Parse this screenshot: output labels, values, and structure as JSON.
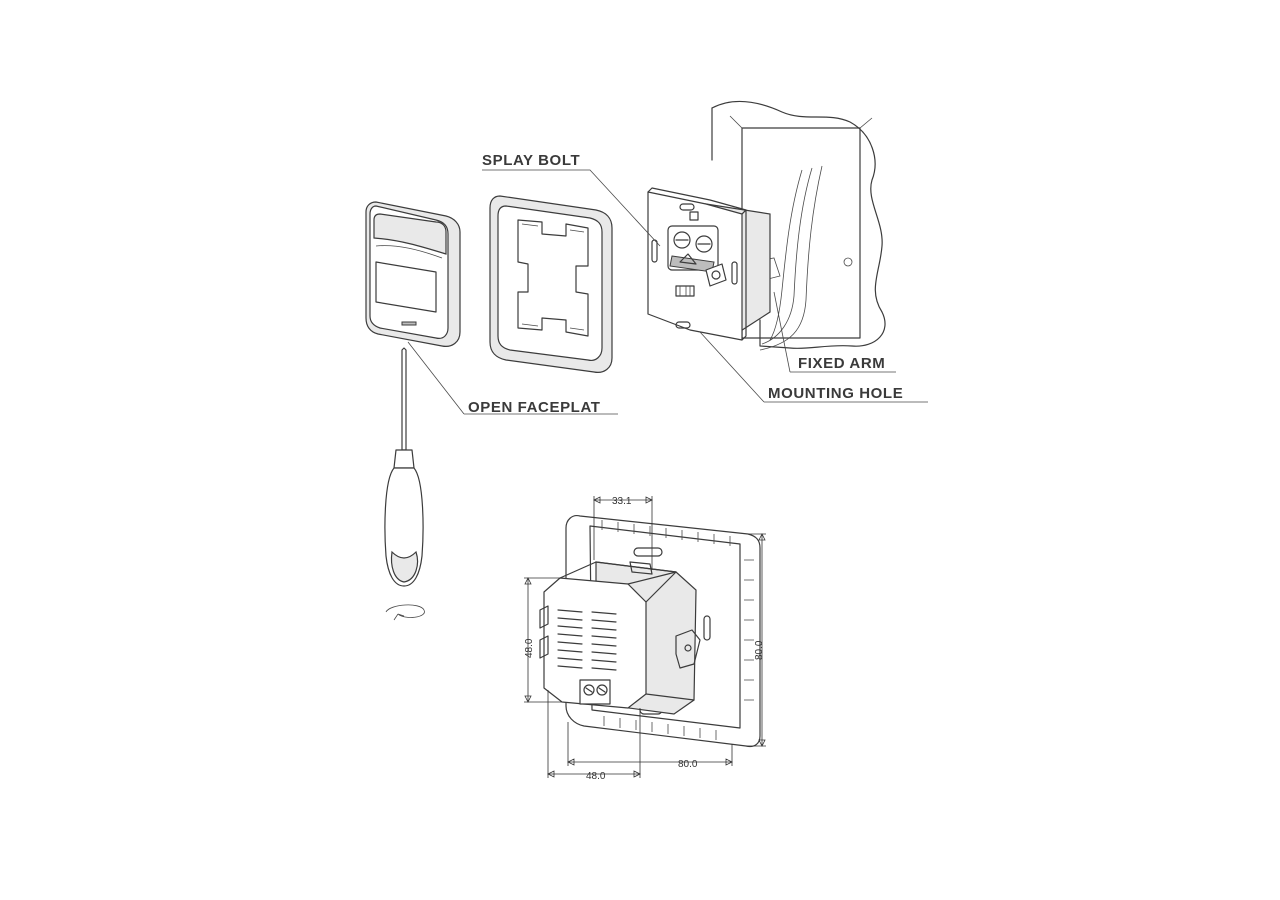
{
  "labels": {
    "splay_bolt": "SPLAY BOLT",
    "fixed_arm": "FIXED ARM",
    "mounting_hole": "MOUNTING HOLE",
    "open_faceplate": "OPEN FACEPLAT"
  },
  "dimensions": {
    "depth_top": "33.1",
    "depth_bottom": "48.0",
    "width": "80.0",
    "height": "80.0",
    "module_height": "48.0"
  }
}
